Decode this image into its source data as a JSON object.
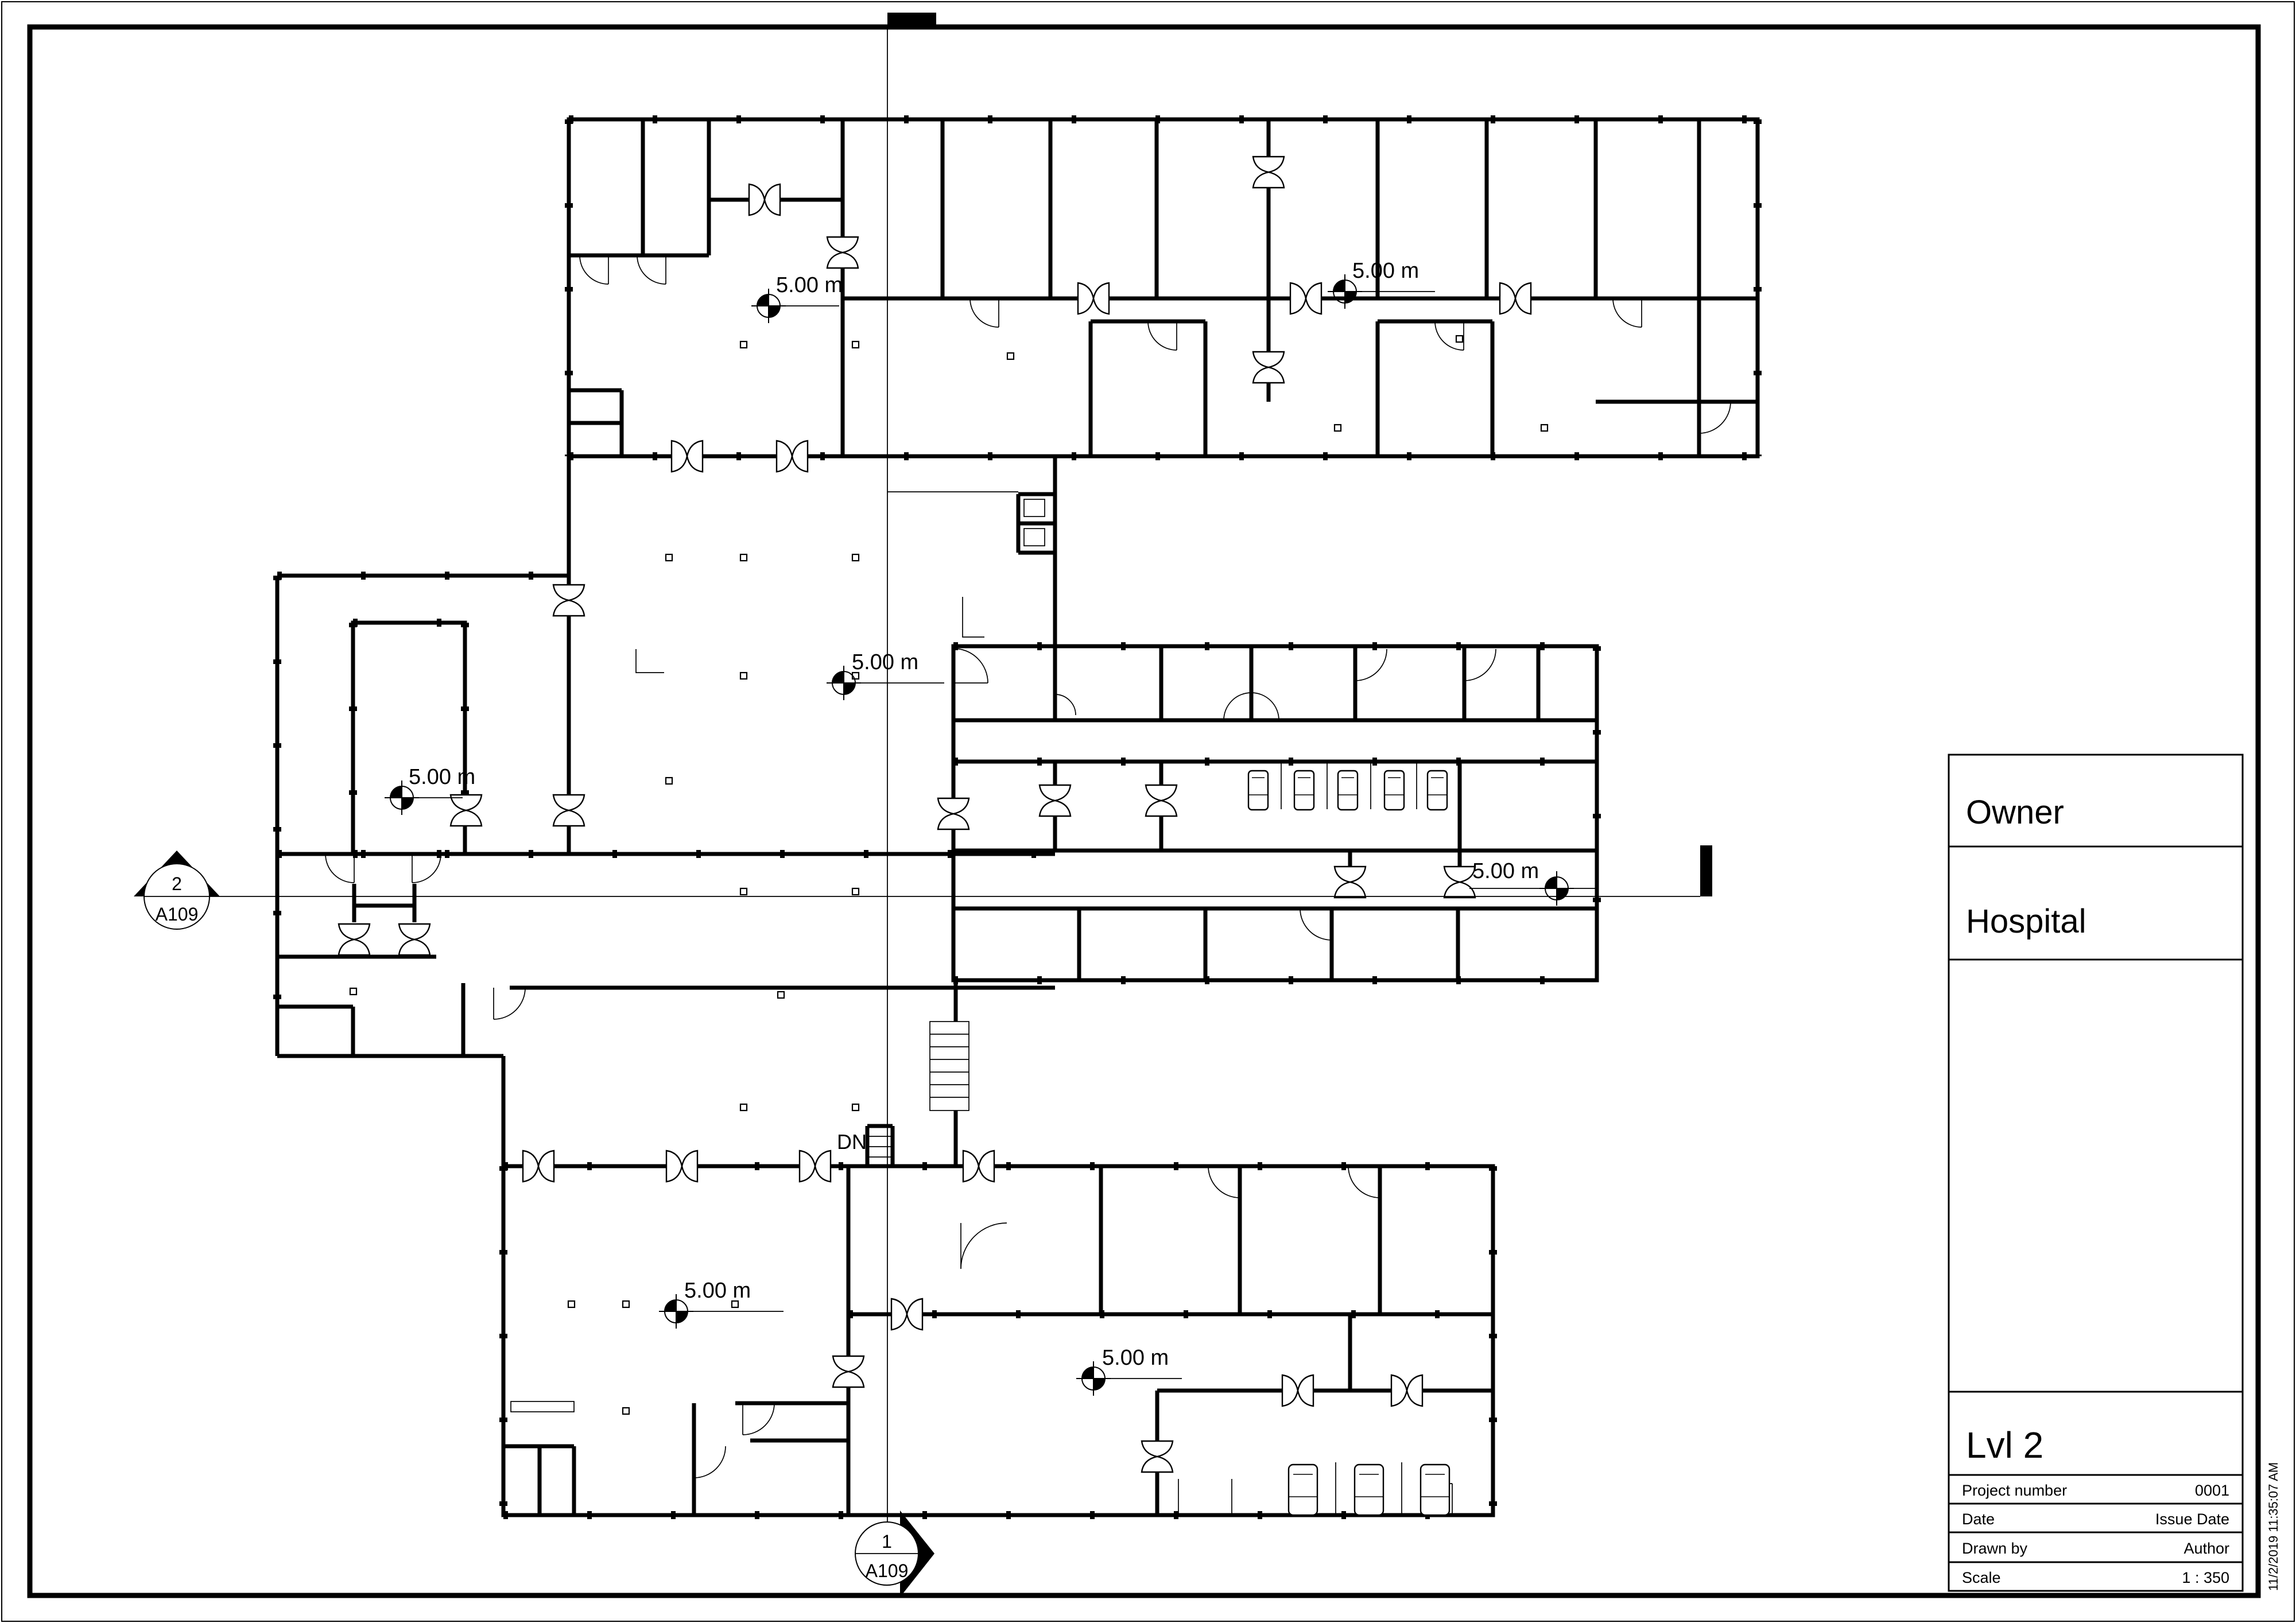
{
  "sheet": {
    "line_color": "#000000",
    "background_color": "#ffffff",
    "timestamp": "11/2/2019 11:35:07 AM"
  },
  "title_block": {
    "owner": "Owner",
    "project_name": "Hospital",
    "view_name": "Lvl 2",
    "fields": [
      {
        "label": "Project number",
        "value": "0001"
      },
      {
        "label": "Date",
        "value": "Issue Date"
      },
      {
        "label": "Drawn by",
        "value": "Author"
      },
      {
        "label": "Scale",
        "value": "1 : 350"
      }
    ]
  },
  "plan": {
    "stair_label": "DN",
    "spot_elevations": [
      {
        "label": "5.00 m"
      },
      {
        "label": "5.00 m"
      },
      {
        "label": "5.00 m"
      },
      {
        "label": "5.00 m"
      },
      {
        "label": "5.00 m"
      },
      {
        "label": "5.00 m"
      },
      {
        "label": "5.00 m"
      }
    ],
    "section_markers": [
      {
        "detail_number": "2",
        "sheet_number": "A109"
      },
      {
        "detail_number": "1",
        "sheet_number": "A109"
      }
    ]
  }
}
